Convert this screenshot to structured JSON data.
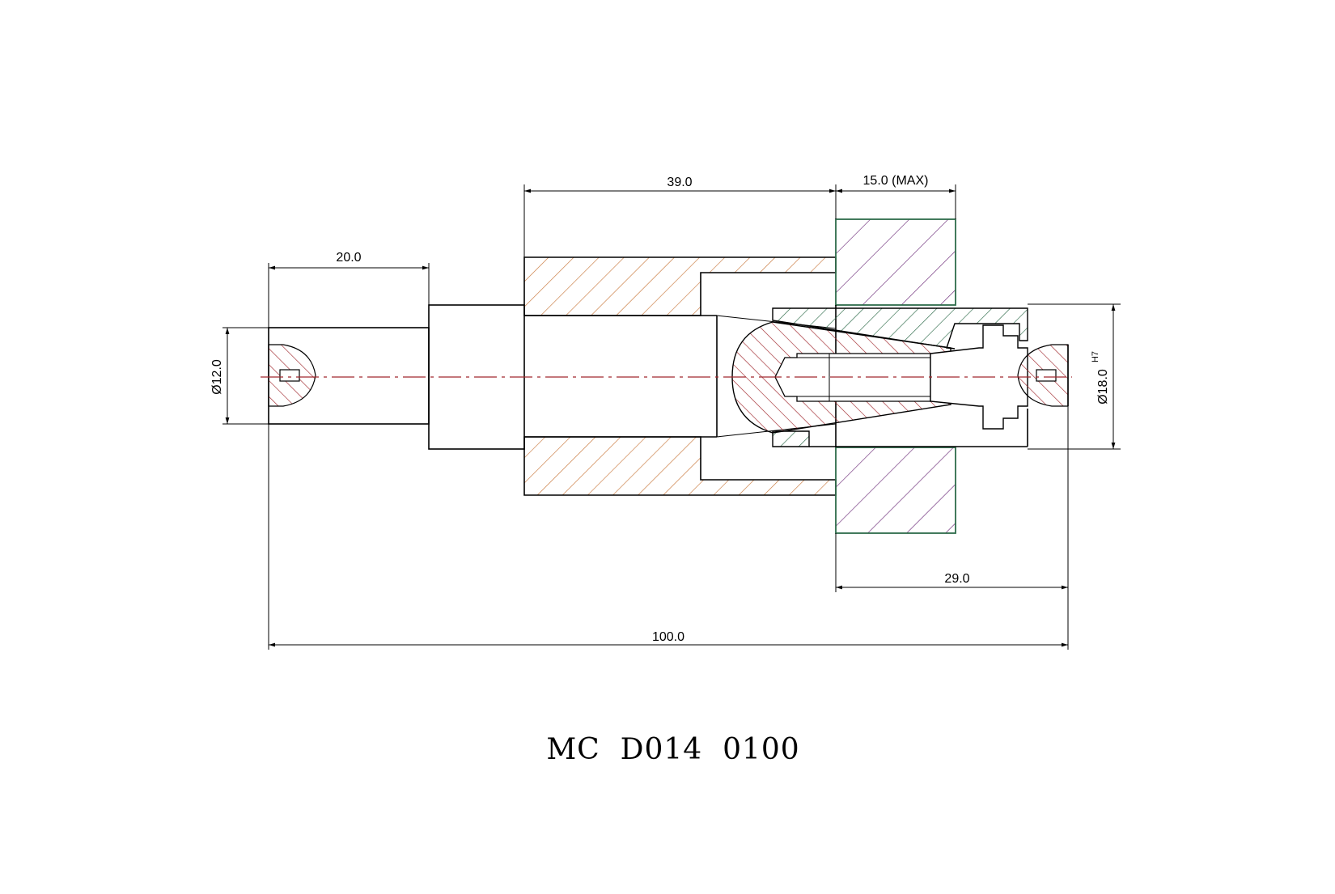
{
  "drawing": {
    "part_number": "MC  D014  0100",
    "dimensions": {
      "d_20": "20.0",
      "d_39": "39.0",
      "d_15": "15.0 (MAX)",
      "d_29": "29.0",
      "d_100": "100.0",
      "diam_12": "Ø12.0",
      "diam_18": "Ø18.0",
      "diam_18_tol": "H7"
    },
    "colors": {
      "hatch_orange": "#c8783c",
      "hatch_red": "#a0282d",
      "hatch_green": "#2e6b4a",
      "hatch_purple": "#6b2a78",
      "centerline": "#a0282d",
      "lines": "#000000"
    }
  }
}
